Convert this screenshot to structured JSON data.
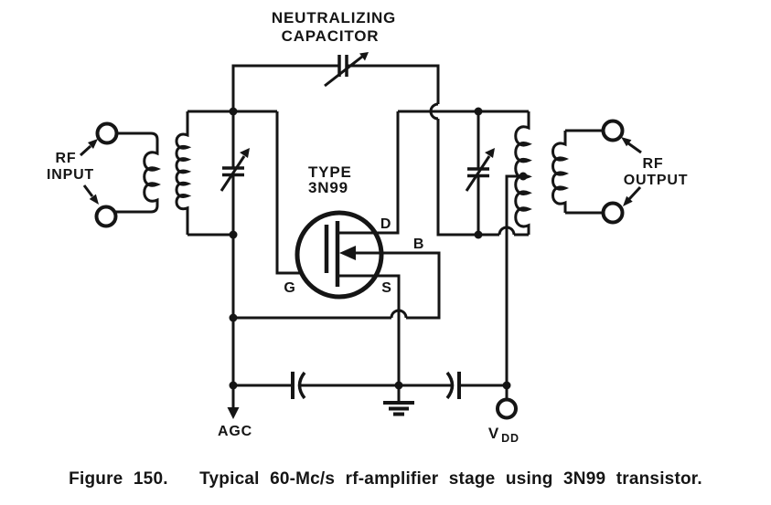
{
  "figure": {
    "caption_label": "Figure 150.",
    "caption_text": "Typical 60-Mc/s rf-amplifier stage using 3N99 transistor."
  },
  "labels": {
    "neutralizing_line1": "NEUTRALIZING",
    "neutralizing_line2": "CAPACITOR",
    "rf_input_line1": "RF",
    "rf_input_line2": "INPUT",
    "rf_output_line1": "RF",
    "rf_output_line2": "OUTPUT",
    "transistor_type_line1": "TYPE",
    "transistor_type_line2": "3N99",
    "gate": "G",
    "drain": "D",
    "bulk": "B",
    "source": "S",
    "agc": "AGC",
    "vdd_main": "V",
    "vdd_sub": "DD"
  },
  "colors": {
    "ink": "#151515",
    "paper": "#ffffff"
  }
}
